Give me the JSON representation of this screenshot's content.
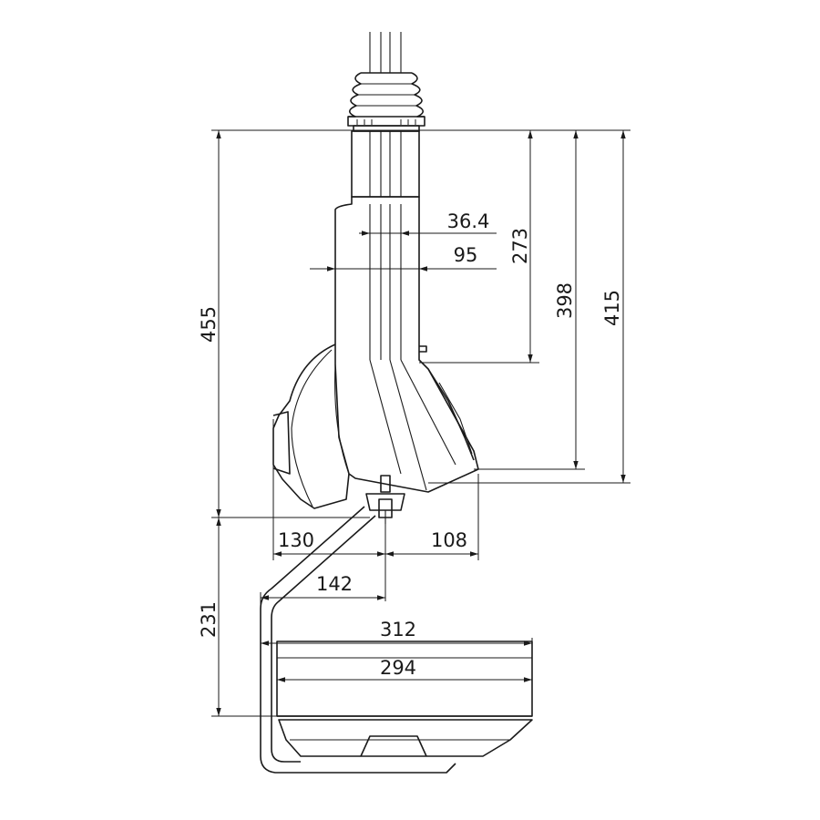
{
  "dimensions": {
    "total_height_upper": "455",
    "height_273": "273",
    "height_398": "398",
    "height_415": "415",
    "width_36_4": "36.4",
    "width_95": "95",
    "offset_left_130": "130",
    "offset_right_108": "108",
    "arm_reach_142": "142",
    "lower_height_231": "231",
    "tray_outer_312": "312",
    "tray_inner_294": "294"
  },
  "colors": {
    "line": "#1a1a1a",
    "background": "#ffffff"
  }
}
